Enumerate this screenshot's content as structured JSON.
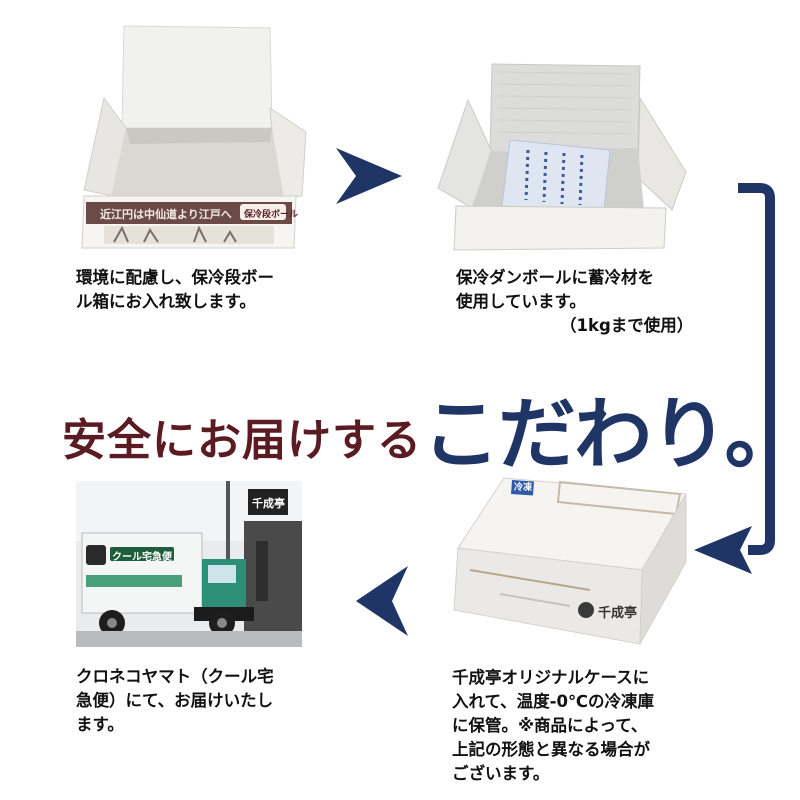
{
  "captions": {
    "step1": "環境に配慮し、保冷段ボー\nル箱にお入れ致します。",
    "step2": "保冷ダンボールに蓄冷材を\n使用しています。",
    "step2_note": "（1kgまで使用）",
    "step3": "千成亭オリジナルケースに\n入れて、温度-0℃の冷凍庫\nに保管。※商品によって、\n上記の形態と異なる場合が\nございます。",
    "step4": "クロネコヤマト（クール宅\n急便）にて、お届けいたし\nます。"
  },
  "headline": {
    "part1": "安全にお届けする",
    "part2": "こだわり。"
  },
  "photos": {
    "box1_banner": "近江円は中仙道より江戸へ",
    "box1_label": "保冷段ボール",
    "case_tag": "冷凍",
    "case_brand": "千成亭",
    "truck_label": "クール宅急便",
    "store_sign": "千成亭"
  },
  "colors": {
    "navy": "#1f3566",
    "maroon": "#5a1c22"
  }
}
